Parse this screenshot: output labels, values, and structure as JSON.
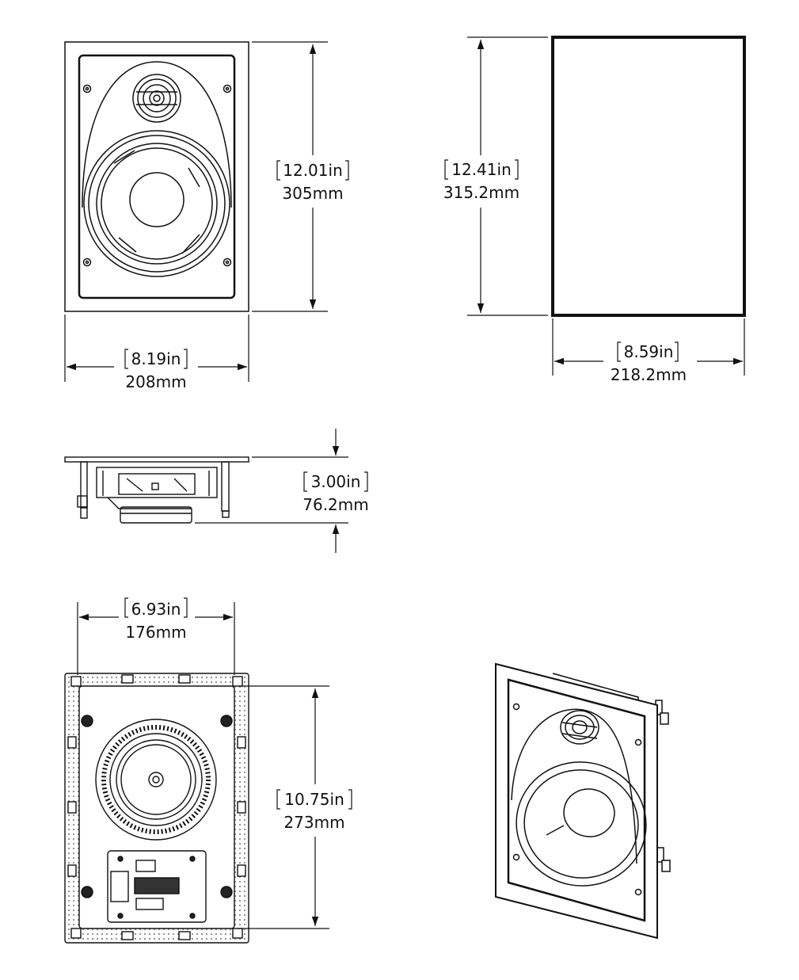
{
  "dimensions": {
    "front_height": {
      "inches": "12.01in",
      "mm": "305mm"
    },
    "front_width": {
      "inches": "8.19in",
      "mm": "208mm"
    },
    "cutout_height": {
      "inches": "12.41in",
      "mm": "315.2mm"
    },
    "cutout_width": {
      "inches": "8.59in",
      "mm": "218.2mm"
    },
    "depth": {
      "inches": "3.00in",
      "mm": "76.2mm"
    },
    "rear_width": {
      "inches": "6.93in",
      "mm": "176mm"
    },
    "rear_height": {
      "inches": "10.75in",
      "mm": "273mm"
    }
  },
  "colors": {
    "line": "#111111",
    "frame_fill": "#ffffff",
    "perforation": "#9a9a9a"
  }
}
